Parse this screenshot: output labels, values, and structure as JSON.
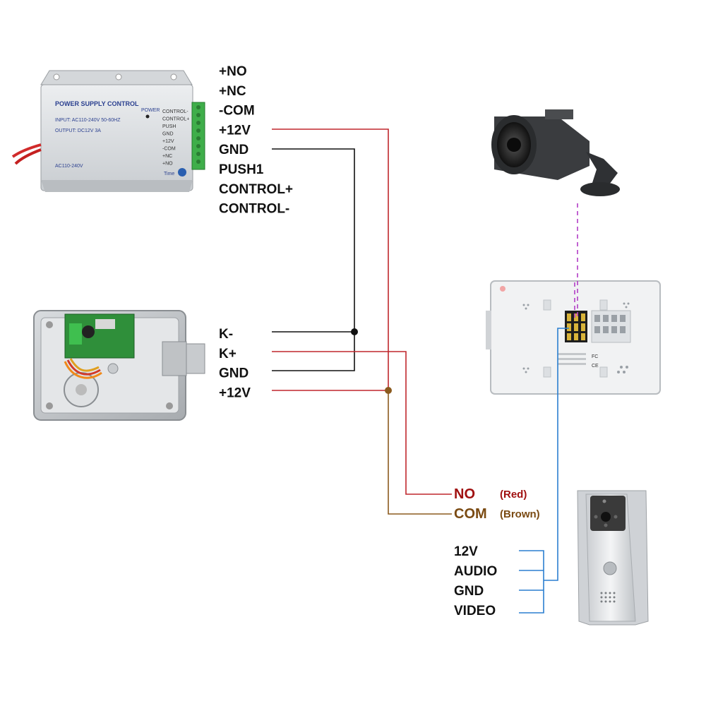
{
  "power_supply": {
    "title": "POWER SUPPLY CONTROL",
    "input": "INPUT: AC110-240V 50-60HZ",
    "output": "OUTPUT: DC12V  3A",
    "ac": "AC110-240V",
    "power": "POWER",
    "time": "Time",
    "terminal_labels": [
      "CONTROL-",
      "CONTROL+",
      "PUSH",
      "GND",
      "+12V",
      "-COM",
      "+NC",
      "+NO"
    ]
  },
  "ps_terminals": [
    "+NO",
    "+NC",
    "-COM",
    "+12V",
    "GND",
    "PUSH1",
    "CONTROL+",
    "CONTROL-"
  ],
  "lock_terminals": [
    "K-",
    "K+",
    "GND",
    "+12V"
  ],
  "outputs": {
    "no": {
      "label": "NO",
      "note": "(Red)"
    },
    "com": {
      "label": "COM",
      "note": "(Brown)"
    }
  },
  "doorbell_terminals": [
    "12V",
    "AUDIO",
    "GND",
    "VIDEO"
  ],
  "monitor": {
    "fc": "FC",
    "ce": "CE"
  },
  "colors": {
    "red_wire": "#c0272d",
    "black_wire": "#111111",
    "brown_wire": "#8b5a1e",
    "blue_wire": "#2b7fd0",
    "purple_dash": "#b23cc6",
    "no_text": "#a01010",
    "com_text": "#7a4a12"
  }
}
